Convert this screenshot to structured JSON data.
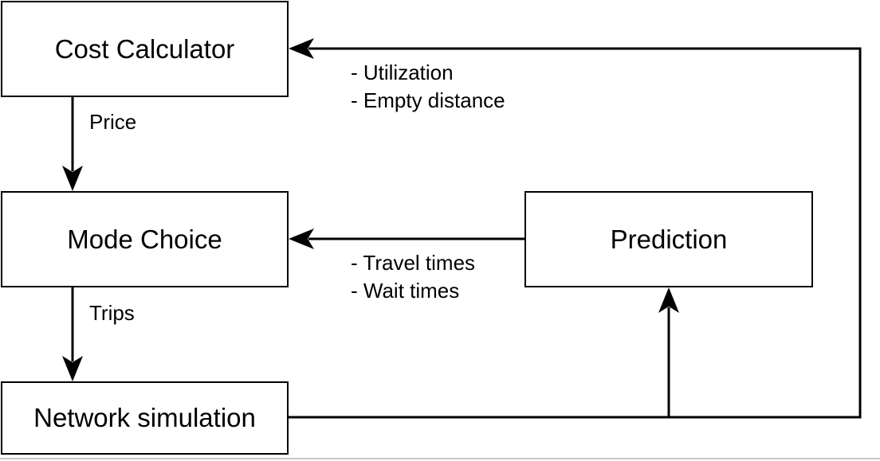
{
  "nodes": {
    "cost_calculator": "Cost Calculator",
    "mode_choice": "Mode Choice",
    "network_simulation": "Network simulation",
    "prediction": "Prediction"
  },
  "edges": {
    "price": "Price",
    "trips": "Trips",
    "feedback_to_cost": [
      "- Utilization",
      "- Empty distance"
    ],
    "feedback_to_mode": [
      "- Travel times",
      "- Wait times"
    ]
  }
}
